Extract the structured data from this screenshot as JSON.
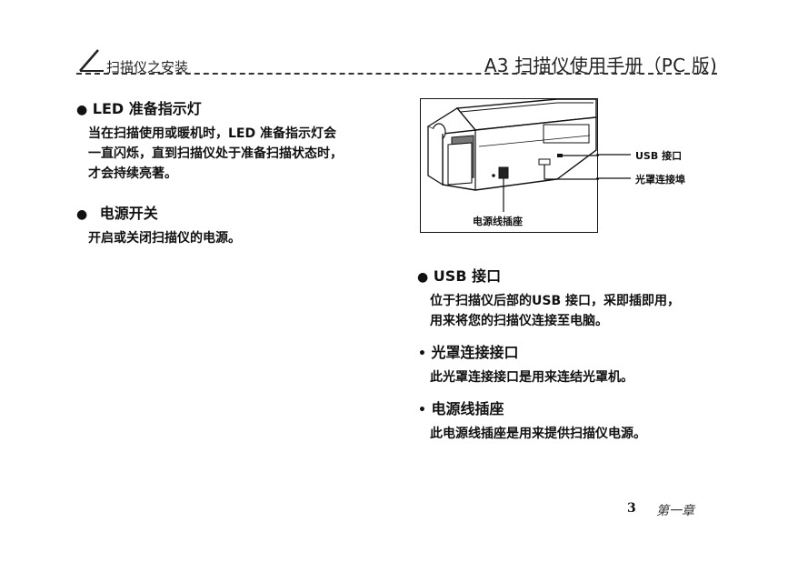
{
  "header": {
    "section_title": "扫描仪之安装",
    "manual_title": "A3 扫描仪使用手册（PC 版)"
  },
  "left": {
    "led": {
      "bullet": "●",
      "title": "LED 准备指示灯",
      "lines": [
        "当在扫描使用或暖机时，LED 准备指示灯会",
        "一直闪烁，直到扫描仪处于准备扫描状态时，",
        "才会持续亮著。"
      ]
    },
    "power_switch": {
      "bullet": "●",
      "title": "电源开关",
      "lines": [
        "开启或关闭扫描仪的电源。"
      ]
    }
  },
  "figure": {
    "label_usb": "USB 接口",
    "label_light": "光罩连接埠",
    "label_power": "电源线插座"
  },
  "right": {
    "usb": {
      "bullet": "●",
      "title": "USB 接口",
      "lines": [
        "位于扫描仪后部的USB 接口，采即插即用，",
        "用来将您的扫描仪连接至电脑。"
      ]
    },
    "light_port": {
      "bullet": "•",
      "title": "光罩连接接口",
      "lines": [
        "此光罩连接接口是用来连结光罩机。"
      ]
    },
    "power_socket": {
      "bullet": "•",
      "title": "电源线插座",
      "lines": [
        "此电源线插座是用来提供扫描仪电源。"
      ]
    }
  },
  "footer": {
    "page_number": "3",
    "chapter": "第一章"
  }
}
